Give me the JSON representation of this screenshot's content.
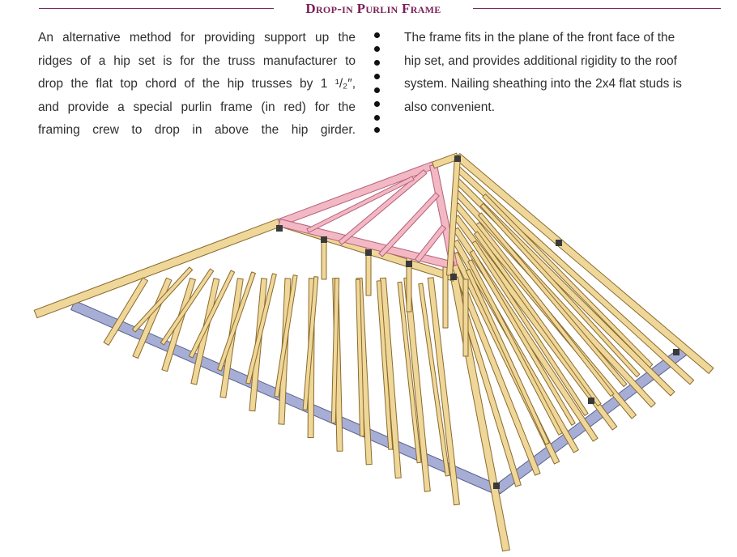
{
  "header": {
    "title": "Drop-in Purlin Frame"
  },
  "left_column": {
    "lines": [
      "An alternative method for providing support up the",
      "ridges of a hip set is for the truss manufacturer to",
      "drop the flat top chord of the hip trusses by 1 ¹/₂″,",
      "and provide a special purlin frame (in red) for the",
      "framing crew to drop in above the hip girder."
    ]
  },
  "right_column": {
    "lines": [
      "The frame fits in the plane of the front face of the",
      "hip set, and provides additional rigidity to the roof",
      "system.  Nailing sheathing into the 2x4 flat studs is",
      "also convenient."
    ]
  },
  "colors": {
    "accent": "#7a1f55",
    "lumber": "#efd79a",
    "lumber_edge": "#8a6a2c",
    "purlin_frame": "#f2b8c4",
    "plate": "#a7aed6",
    "plate_edge": "#5a628f"
  }
}
